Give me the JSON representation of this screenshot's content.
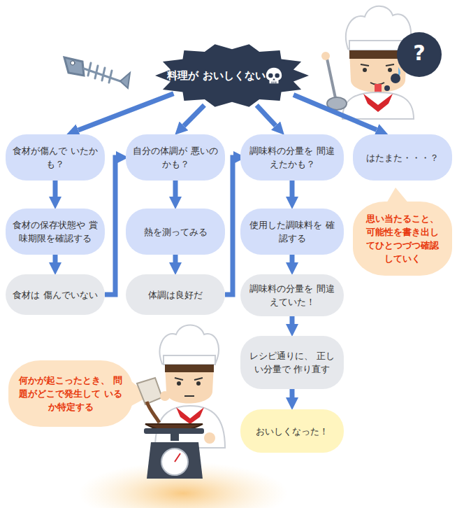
{
  "diagram": {
    "nodes": [
      {
        "text": [
          "料理が おいしくない！"
        ]
      },
      {
        "text": [
          "食材が傷んで いたかも？"
        ]
      },
      {
        "text": [
          "自分の体調が 悪いのかも？"
        ]
      },
      {
        "text": [
          "調味料の分量を 間違えたかも？"
        ]
      },
      {
        "text": [
          "はたまた・・・？"
        ]
      },
      {
        "text": [
          "食材の保存状態や 賞味期限を確認する"
        ]
      },
      {
        "text": [
          "熱を測ってみる"
        ]
      },
      {
        "text": [
          "使用した調味料を 確認する"
        ]
      },
      {
        "text": [
          "思い当たること、 可能性を書き出し てひとつづつ確認 していく"
        ]
      },
      {
        "text": [
          "食材は 傷んでいない"
        ]
      },
      {
        "text": [
          "体調は良好だ"
        ]
      },
      {
        "text": [
          "調味料の分量を 間違えていた！"
        ]
      },
      {
        "text": [
          "レシピ通りに、 正しい分量で 作り直す"
        ]
      },
      {
        "text": [
          "おいしくなった！"
        ]
      },
      {
        "text": [
          "何かが起こったとき、 問題がどこで発生して いるか特定する"
        ]
      }
    ],
    "edges": [
      {
        "from": 0,
        "to": 1,
        "arrow": "to"
      },
      {
        "from": 0,
        "to": 2,
        "arrow": "to"
      },
      {
        "from": 0,
        "to": 3,
        "arrow": "to"
      },
      {
        "from": 0,
        "to": 4,
        "arrow": "to"
      },
      {
        "from": 1,
        "to": 5,
        "arrow": "to"
      },
      {
        "from": 5,
        "to": 9,
        "arrow": "to"
      },
      {
        "from": 9,
        "to": 2,
        "arrow": "to"
      },
      {
        "from": 2,
        "to": 6,
        "arrow": "to"
      },
      {
        "from": 6,
        "to": 10,
        "arrow": "to"
      },
      {
        "from": 10,
        "to": 3,
        "arrow": "to"
      },
      {
        "from": 3,
        "to": 7,
        "arrow": "to"
      },
      {
        "from": 7,
        "to": 11,
        "arrow": "to"
      },
      {
        "from": 11,
        "to": 12,
        "arrow": "to"
      },
      {
        "from": 12,
        "to": 13,
        "arrow": "to"
      }
    ],
    "labels": [
      "?"
    ]
  }
}
